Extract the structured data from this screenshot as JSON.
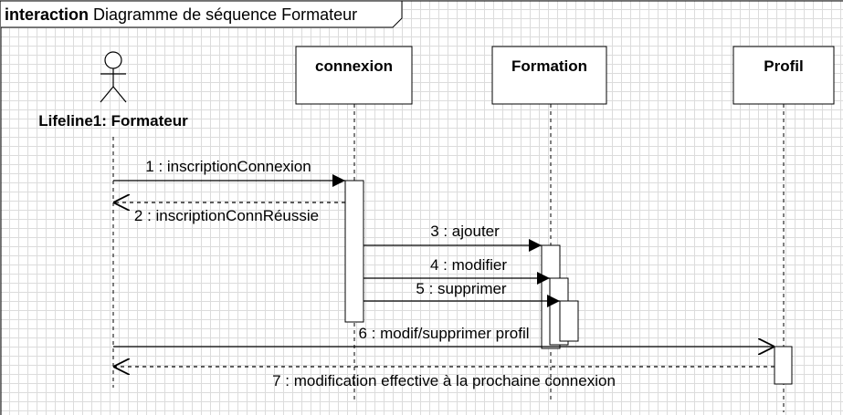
{
  "frame": {
    "keyword": "interaction",
    "title": "Diagramme de séquence Formateur"
  },
  "actor": {
    "label": "Lifeline1: Formateur"
  },
  "lifelines": {
    "connexion": "connexion",
    "formation": "Formation",
    "profil": "Profil"
  },
  "messages": [
    {
      "label": "1 : inscriptionConnexion",
      "kind": "sync"
    },
    {
      "label": "2 : inscriptionConnRéussie",
      "kind": "return"
    },
    {
      "label": "3 : ajouter",
      "kind": "sync"
    },
    {
      "label": "4 : modifier",
      "kind": "sync"
    },
    {
      "label": "5 : supprimer",
      "kind": "sync"
    },
    {
      "label": "6 : modif/supprimer profil",
      "kind": "sync"
    },
    {
      "label": "7 : modification effective à la prochaine connexion",
      "kind": "return"
    }
  ]
}
